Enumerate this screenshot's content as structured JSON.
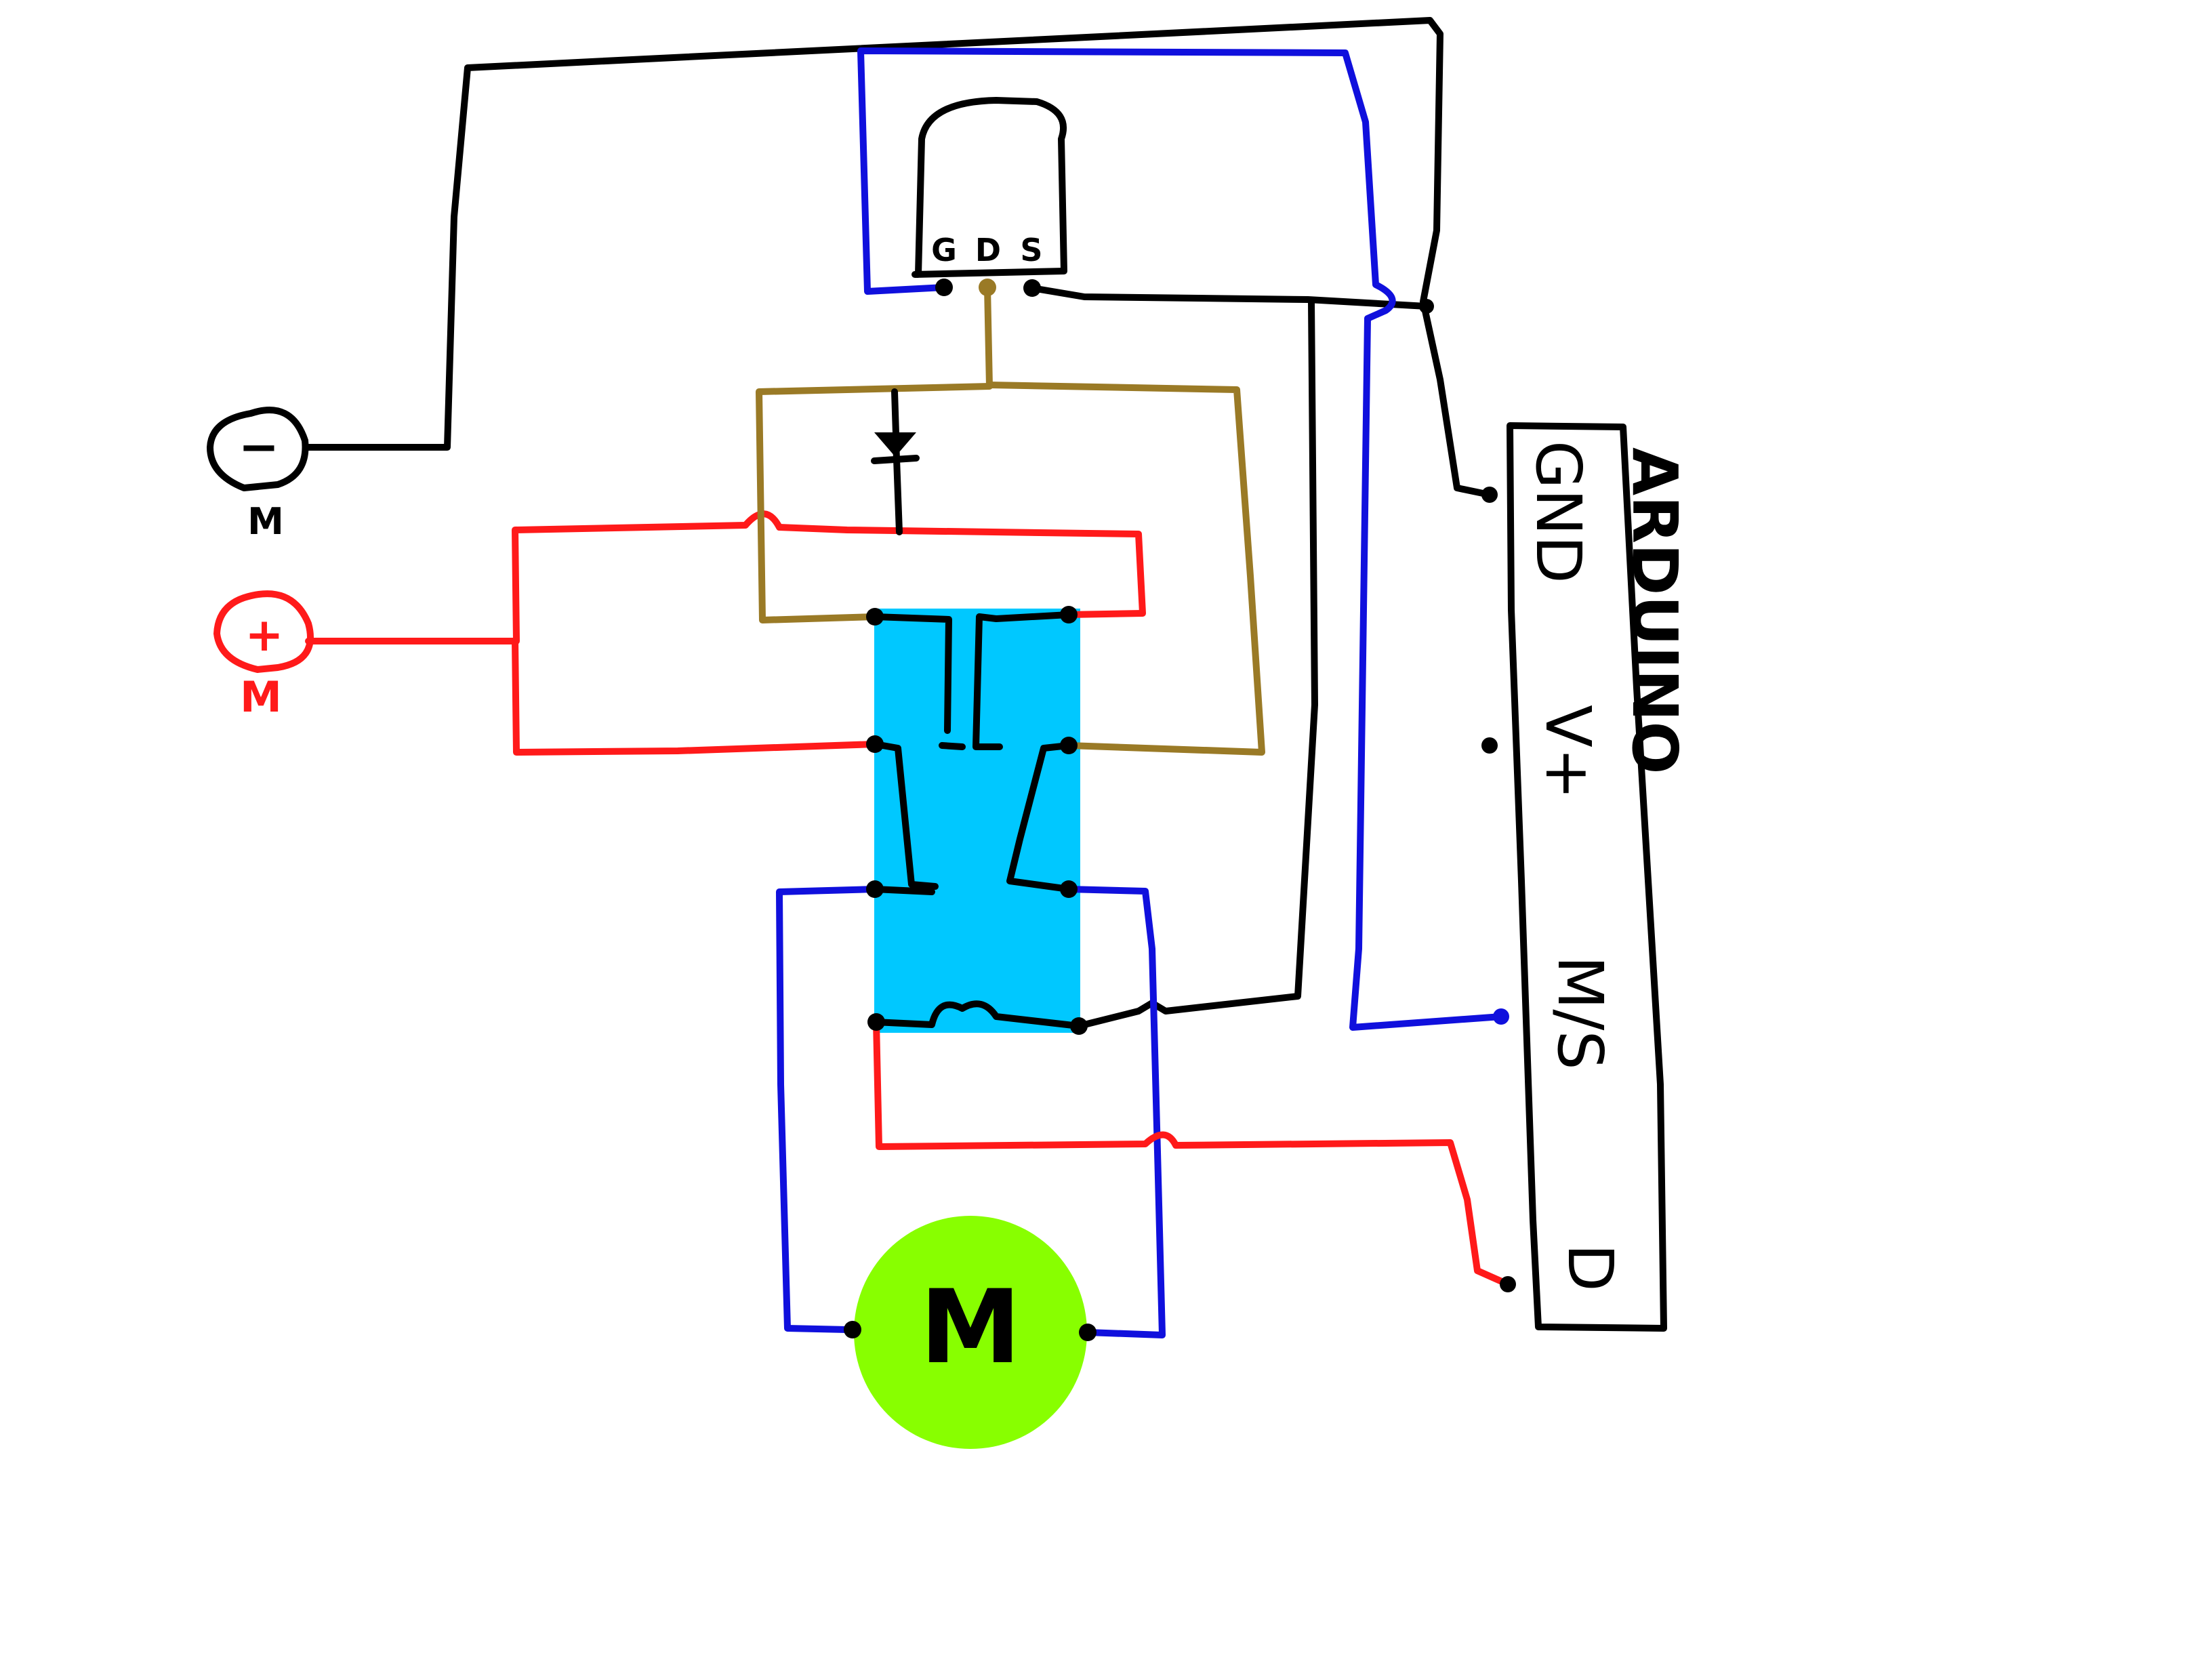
{
  "colors": {
    "ground": "#000000",
    "supply": "#ff1a1a",
    "signal": "#1010dd",
    "drain": "#9a7a26",
    "relay": "#00c8ff",
    "motor": "#88ff00"
  },
  "battery_minus": {
    "symbol": "−",
    "label": "M"
  },
  "battery_plus": {
    "symbol": "+",
    "label": "M"
  },
  "mosfet": {
    "pin_g": "G",
    "pin_d": "D",
    "pin_s": "S"
  },
  "motor": {
    "label": "M"
  },
  "arduino": {
    "title": "ARDUINO",
    "pin_gnd": "GND",
    "pin_vplus": "V+",
    "pin_ms": "M/S",
    "pin_d": "D"
  }
}
